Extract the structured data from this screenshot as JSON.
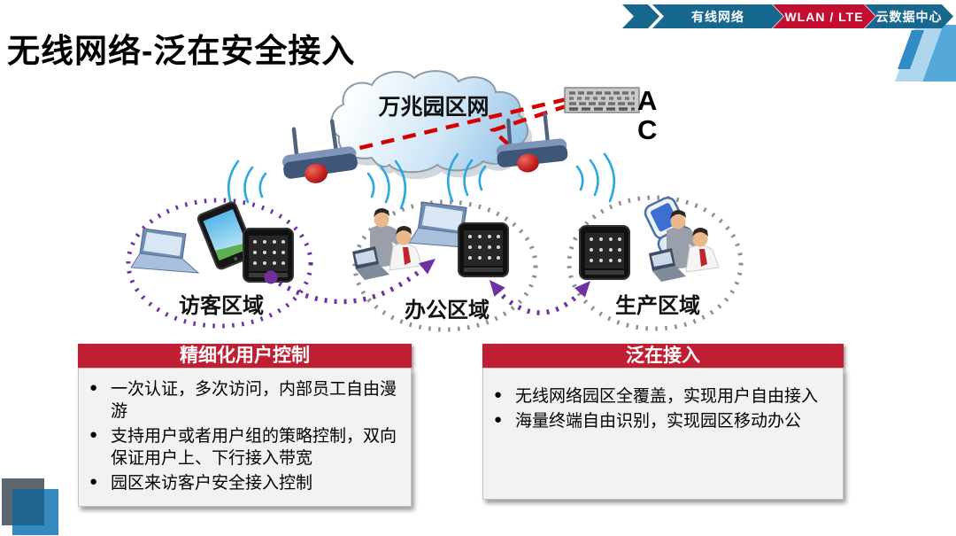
{
  "title": "无线网络-泛在安全接入",
  "nav": {
    "tabs": [
      {
        "label": "有线网络",
        "active": false
      },
      {
        "label": "WLAN / LTE",
        "active": true
      },
      {
        "label": "云数据中心",
        "active": false
      }
    ]
  },
  "diagram": {
    "cloud_label": "万兆园区网",
    "ac_label": "AC",
    "regions": [
      {
        "label": "访客区域"
      },
      {
        "label": "办公区域"
      },
      {
        "label": "生产区域"
      }
    ]
  },
  "panels": [
    {
      "header": "精细化用户控制",
      "bullets": [
        "一次认证，多次访问，内部员工自由漫游",
        "支持用户或者用户组的策略控制，双向保证用户上、下行接入带宽",
        "园区来访客户安全接入控制"
      ]
    },
    {
      "header": "泛在接入",
      "bullets": [
        "无线网络园区全覆盖，实现用户自由接入",
        "海量终端自由识别，实现园区移动办公"
      ]
    }
  ],
  "colors": {
    "nav_blue": "#17688f",
    "accent_red": "#c40e31",
    "panel_red": "#c01f33",
    "purple": "#7030a0",
    "gray_dots": "#8f8f8f",
    "wifi_blue": "#2aa9e0",
    "dashed_red": "#d40000"
  }
}
